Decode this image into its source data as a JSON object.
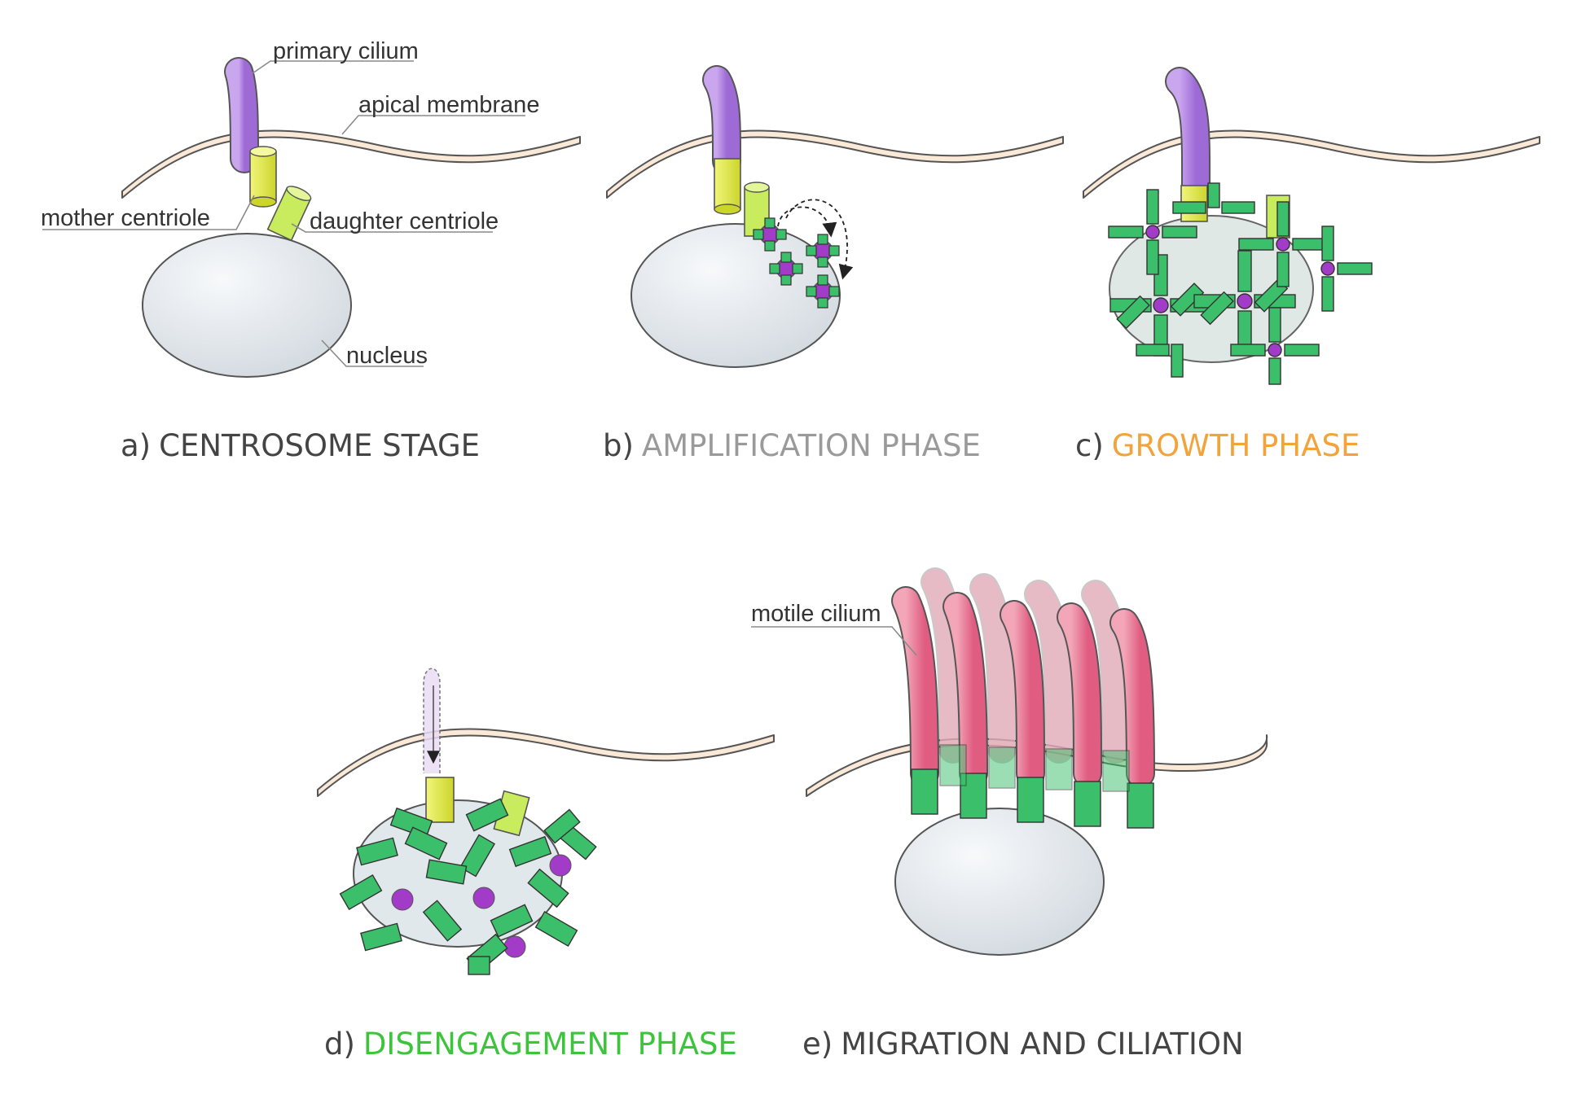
{
  "labels": {
    "primary_cilium": "primary cilium",
    "apical_membrane": "apical membrane",
    "mother_centriole": "mother centriole",
    "daughter_centriole": "daughter centriole",
    "nucleus": "nucleus",
    "motile_cilium": "motile cilium"
  },
  "panels": [
    {
      "letter": "a)",
      "title": "CENTROSOME STAGE",
      "color": "#444444"
    },
    {
      "letter": "b)",
      "title": "AMPLIFICATION PHASE",
      "color": "#9a9a9a"
    },
    {
      "letter": "c)",
      "title": "GROWTH PHASE",
      "color": "#f2a33a"
    },
    {
      "letter": "d)",
      "title": "DISENGAGEMENT PHASE",
      "color": "#3cc43c"
    },
    {
      "letter": "e)",
      "title": "MIGRATION AND CILIATION",
      "color": "#444444"
    }
  ],
  "colors": {
    "membrane": "#fbe9d7",
    "nucleus": "#e3e8ec",
    "primary_cilium": "#b98fe0",
    "mother_centriole": "#e6ee5a",
    "daughter_centriole": "#c9ec5e",
    "basal_body": "#3cbf6a",
    "deuterosome": "#a23bc8",
    "motile_cilium": "#e87d98"
  },
  "icons": {
    "arrow": "dashed-arrow-icon"
  }
}
